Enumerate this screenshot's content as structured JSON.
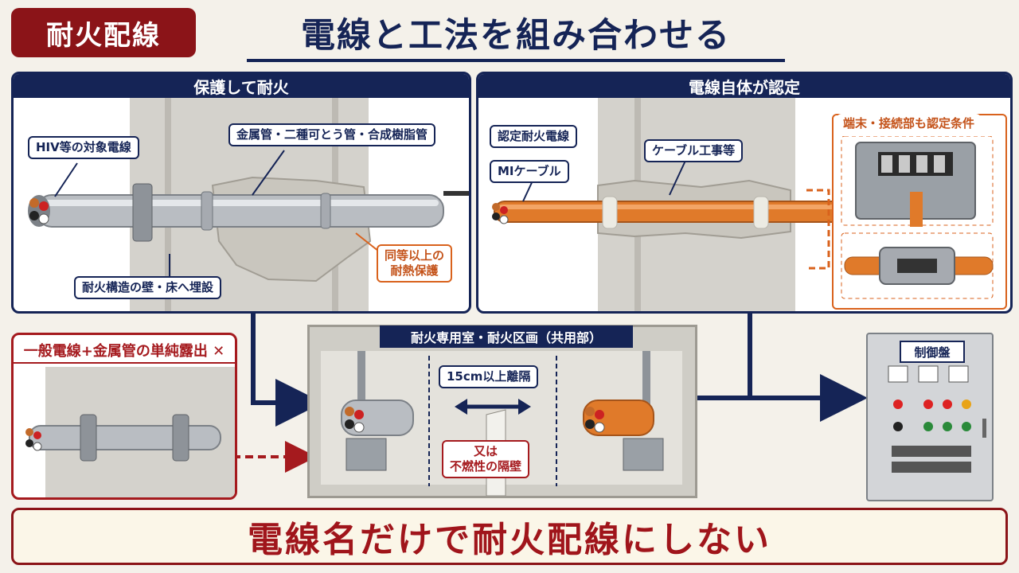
{
  "header": {
    "tag": "耐火配線",
    "title": "電線と工法を組み合わせる"
  },
  "left_panel": {
    "title": "保護して耐火",
    "labels": {
      "wire": "HIV等の対象電線",
      "conduit": "金属管・二種可とう管・合成樹脂管",
      "embed": "耐火構造の壁・床へ埋設",
      "heat_line1": "同等以上の",
      "heat_line2": "耐熱保護"
    }
  },
  "right_panel": {
    "title": "電線自体が認定",
    "labels": {
      "certified": "認定耐火電線",
      "mi": "MIケーブル",
      "cable_work": "ケーブル工事等",
      "terminal": "端末・接続部も認定条件"
    }
  },
  "exposed": {
    "label": "一般電線+金属管の単純露出",
    "mark": "✕"
  },
  "room": {
    "title": "耐火専用室・耐火区画（共用部）",
    "distance": "15cm以上離隔",
    "wall_line1": "又は",
    "wall_line2": "不燃性の隔壁"
  },
  "panel_box": {
    "label": "制御盤"
  },
  "footer": {
    "message": "電線名だけで耐火配線にしない"
  },
  "colors": {
    "navy": "#152456",
    "red": "#8b1418",
    "orange": "#d9621c"
  }
}
